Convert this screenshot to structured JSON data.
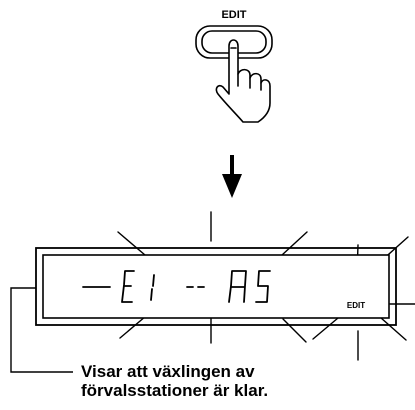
{
  "edit_button": {
    "label": "EDIT"
  },
  "display": {
    "segments": [
      "—",
      "E",
      "1",
      "--",
      "A",
      "5"
    ],
    "indicator": "EDIT"
  },
  "caption": {
    "line1": "Visar att växlingen av",
    "line2": "förvalsstationer är klar."
  }
}
